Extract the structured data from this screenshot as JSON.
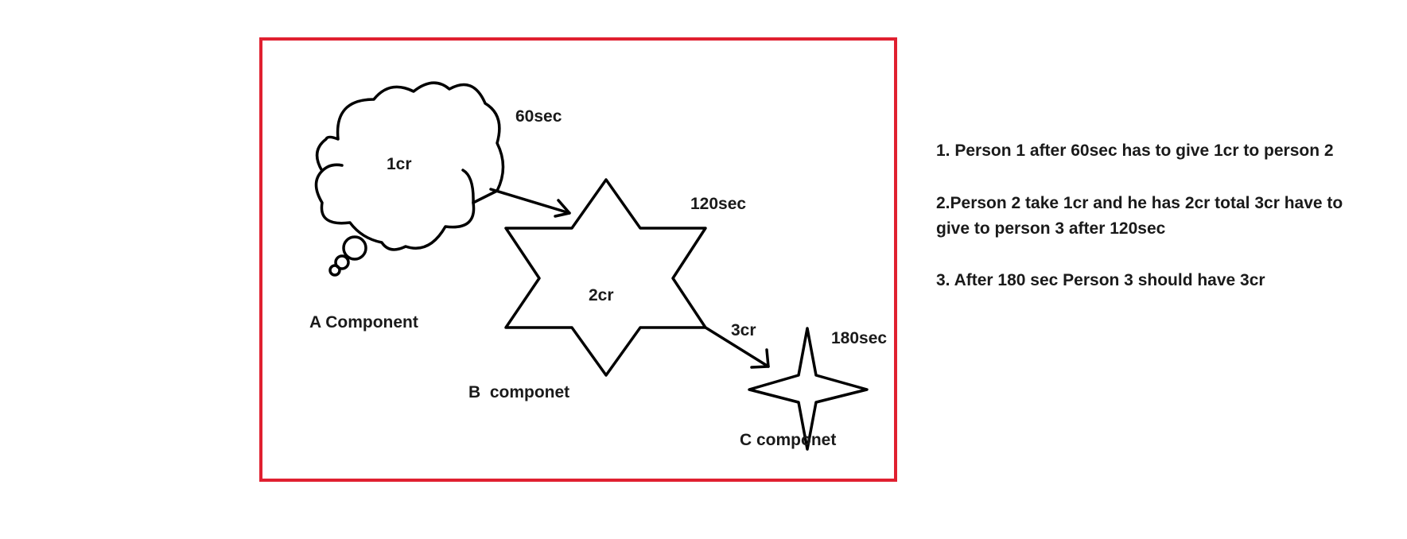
{
  "colors": {
    "frame_border": "#e02030",
    "stroke": "#000000",
    "text": "#1a1a1a"
  },
  "diagram": {
    "components": {
      "a": {
        "name": "A Component",
        "value": "1cr",
        "duration": "60sec",
        "shape": "thought-cloud"
      },
      "b": {
        "name": "B  componet",
        "value": "2cr",
        "duration": "120sec",
        "shape": "six-point-star"
      },
      "c": {
        "name": "C componet",
        "duration": "180sec",
        "shape": "four-point-star"
      }
    },
    "transfer_b_to_c": "3cr"
  },
  "notes": {
    "line1": "1. Person 1 after 60sec has to give 1cr to person 2",
    "line2a": "2.Person 2 take 1cr and he has 2cr total 3cr have to",
    "line2b": "give to person 3 after 120sec",
    "line3": "3. After 180 sec Person 3 should have 3cr"
  }
}
